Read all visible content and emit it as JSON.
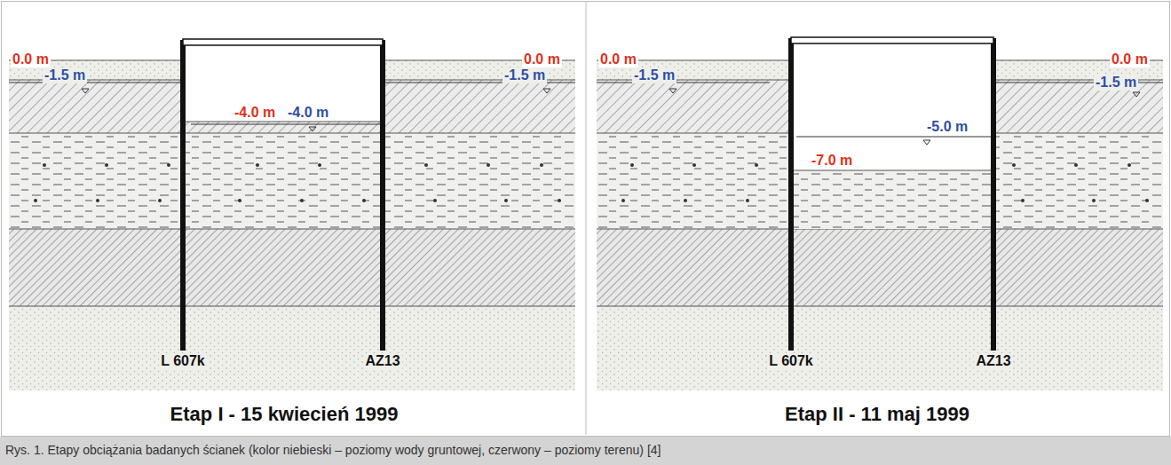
{
  "diagram": {
    "caption": "Rys. 1. Etapy obciążania badanych ścianek (kolor niebieski – poziomy wody gruntowej, czerwony – poziomy terenu) [4]",
    "labels": [
      "0.0 m",
      "0.0 m",
      "-1.5 m",
      "-1.5 m",
      "-4.0 m",
      "-4.0 m",
      "L 607k",
      "AZ13",
      "Etap I - 15 kwiecień 1999",
      "0.0 m",
      "0.0 m",
      "-1.5 m",
      "-1.5 m",
      "-5.0 m",
      "-7.0 m",
      "L 607k",
      "AZ13",
      "Etap II - 11 maj 1999"
    ]
  }
}
